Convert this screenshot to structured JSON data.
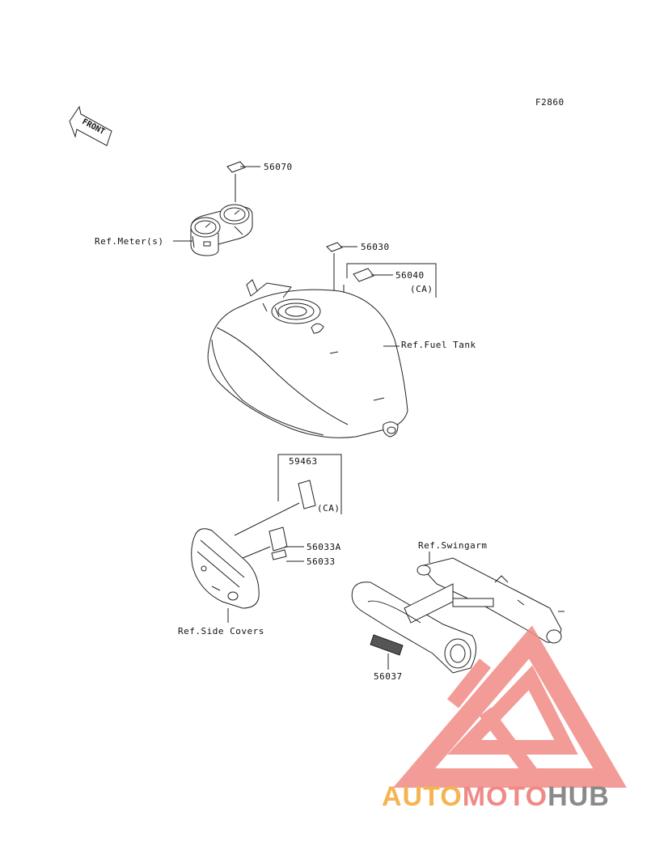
{
  "diagram": {
    "code": "F2860",
    "front_arrow": "FRONT",
    "labels": {
      "p56070": "56070",
      "ref_meter": "Ref.Meter(s)",
      "p56030": "56030",
      "p56040": "56040",
      "ca1": "(CA)",
      "ref_fuel_tank": "Ref.Fuel Tank",
      "p59463": "59463",
      "ca2": "(CA)",
      "p56033a": "56033A",
      "p56033": "56033",
      "ref_side_covers": "Ref.Side Covers",
      "ref_swingarm": "Ref.Swingarm",
      "p56037": "56037"
    }
  },
  "watermark": {
    "part1": "AUTO",
    "part2": "MOTO",
    "part3": "HUB",
    "color_orange": "#f5b453",
    "color_pink": "#f08a86",
    "color_gray": "#8a8a8a"
  }
}
